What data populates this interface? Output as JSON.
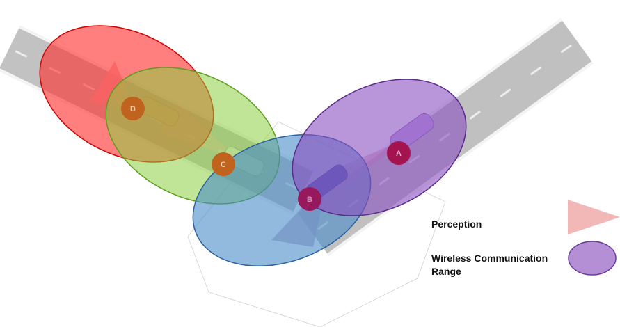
{
  "vehicles": [
    {
      "label": "A",
      "color": "#a3134f"
    },
    {
      "label": "B",
      "color": "#96195e"
    },
    {
      "label": "C",
      "color": "#c0631e"
    },
    {
      "label": "D",
      "color": "#c0631e"
    }
  ],
  "ranges": [
    {
      "vehicle": "D",
      "fill": "#ff2a2a",
      "stroke": "#d00000"
    },
    {
      "vehicle": "C",
      "fill": "#8cd040",
      "stroke": "#5a9e1a"
    },
    {
      "vehicle": "B",
      "fill": "#4a8cc8",
      "stroke": "#2a5fa0"
    },
    {
      "vehicle": "A",
      "fill": "#8a4fc0",
      "stroke": "#5a2a8a"
    }
  ],
  "legend": {
    "perception_label": "Perception",
    "perception_color": "#f2b8b8",
    "wireless_label": "Wireless Communication Range",
    "wireless_color": "#b48fd6",
    "wireless_stroke": "#6a3a9a"
  }
}
